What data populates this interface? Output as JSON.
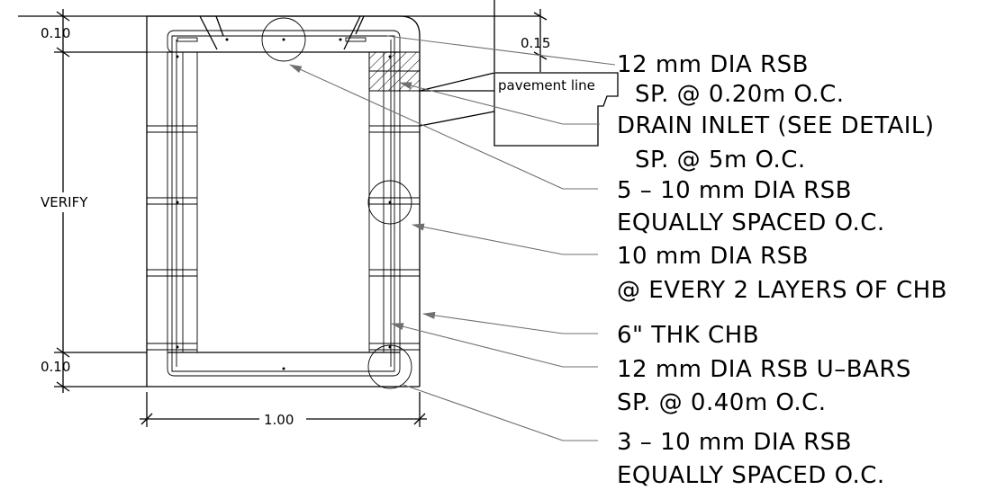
{
  "dimensions": {
    "top_slab": "0.10",
    "height": "VERIFY",
    "bottom_slab": "0.10",
    "width": "1.00",
    "cover": "0.15"
  },
  "pavement_label": "pavement line",
  "notes": [
    {
      "line1": "12 mm DIA RSB",
      "line2": "SP. @ 0.20m O.C."
    },
    {
      "line1": "DRAIN INLET (SEE DETAIL)",
      "line2": "SP. @ 5m O.C."
    },
    {
      "line1": "5 – 10 mm DIA RSB",
      "line2": "EQUALLY SPACED O.C."
    },
    {
      "line1": "10 mm DIA RSB",
      "line2": "@ EVERY 2 LAYERS OF CHB"
    },
    {
      "line1": "6\" THK CHB",
      "line2": ""
    },
    {
      "line1": "12 mm DIA RSB U–BARS",
      "line2": "SP. @ 0.40m O.C."
    },
    {
      "line1": "3 – 10 mm DIA RSB",
      "line2": "EQUALLY SPACED O.C."
    }
  ]
}
